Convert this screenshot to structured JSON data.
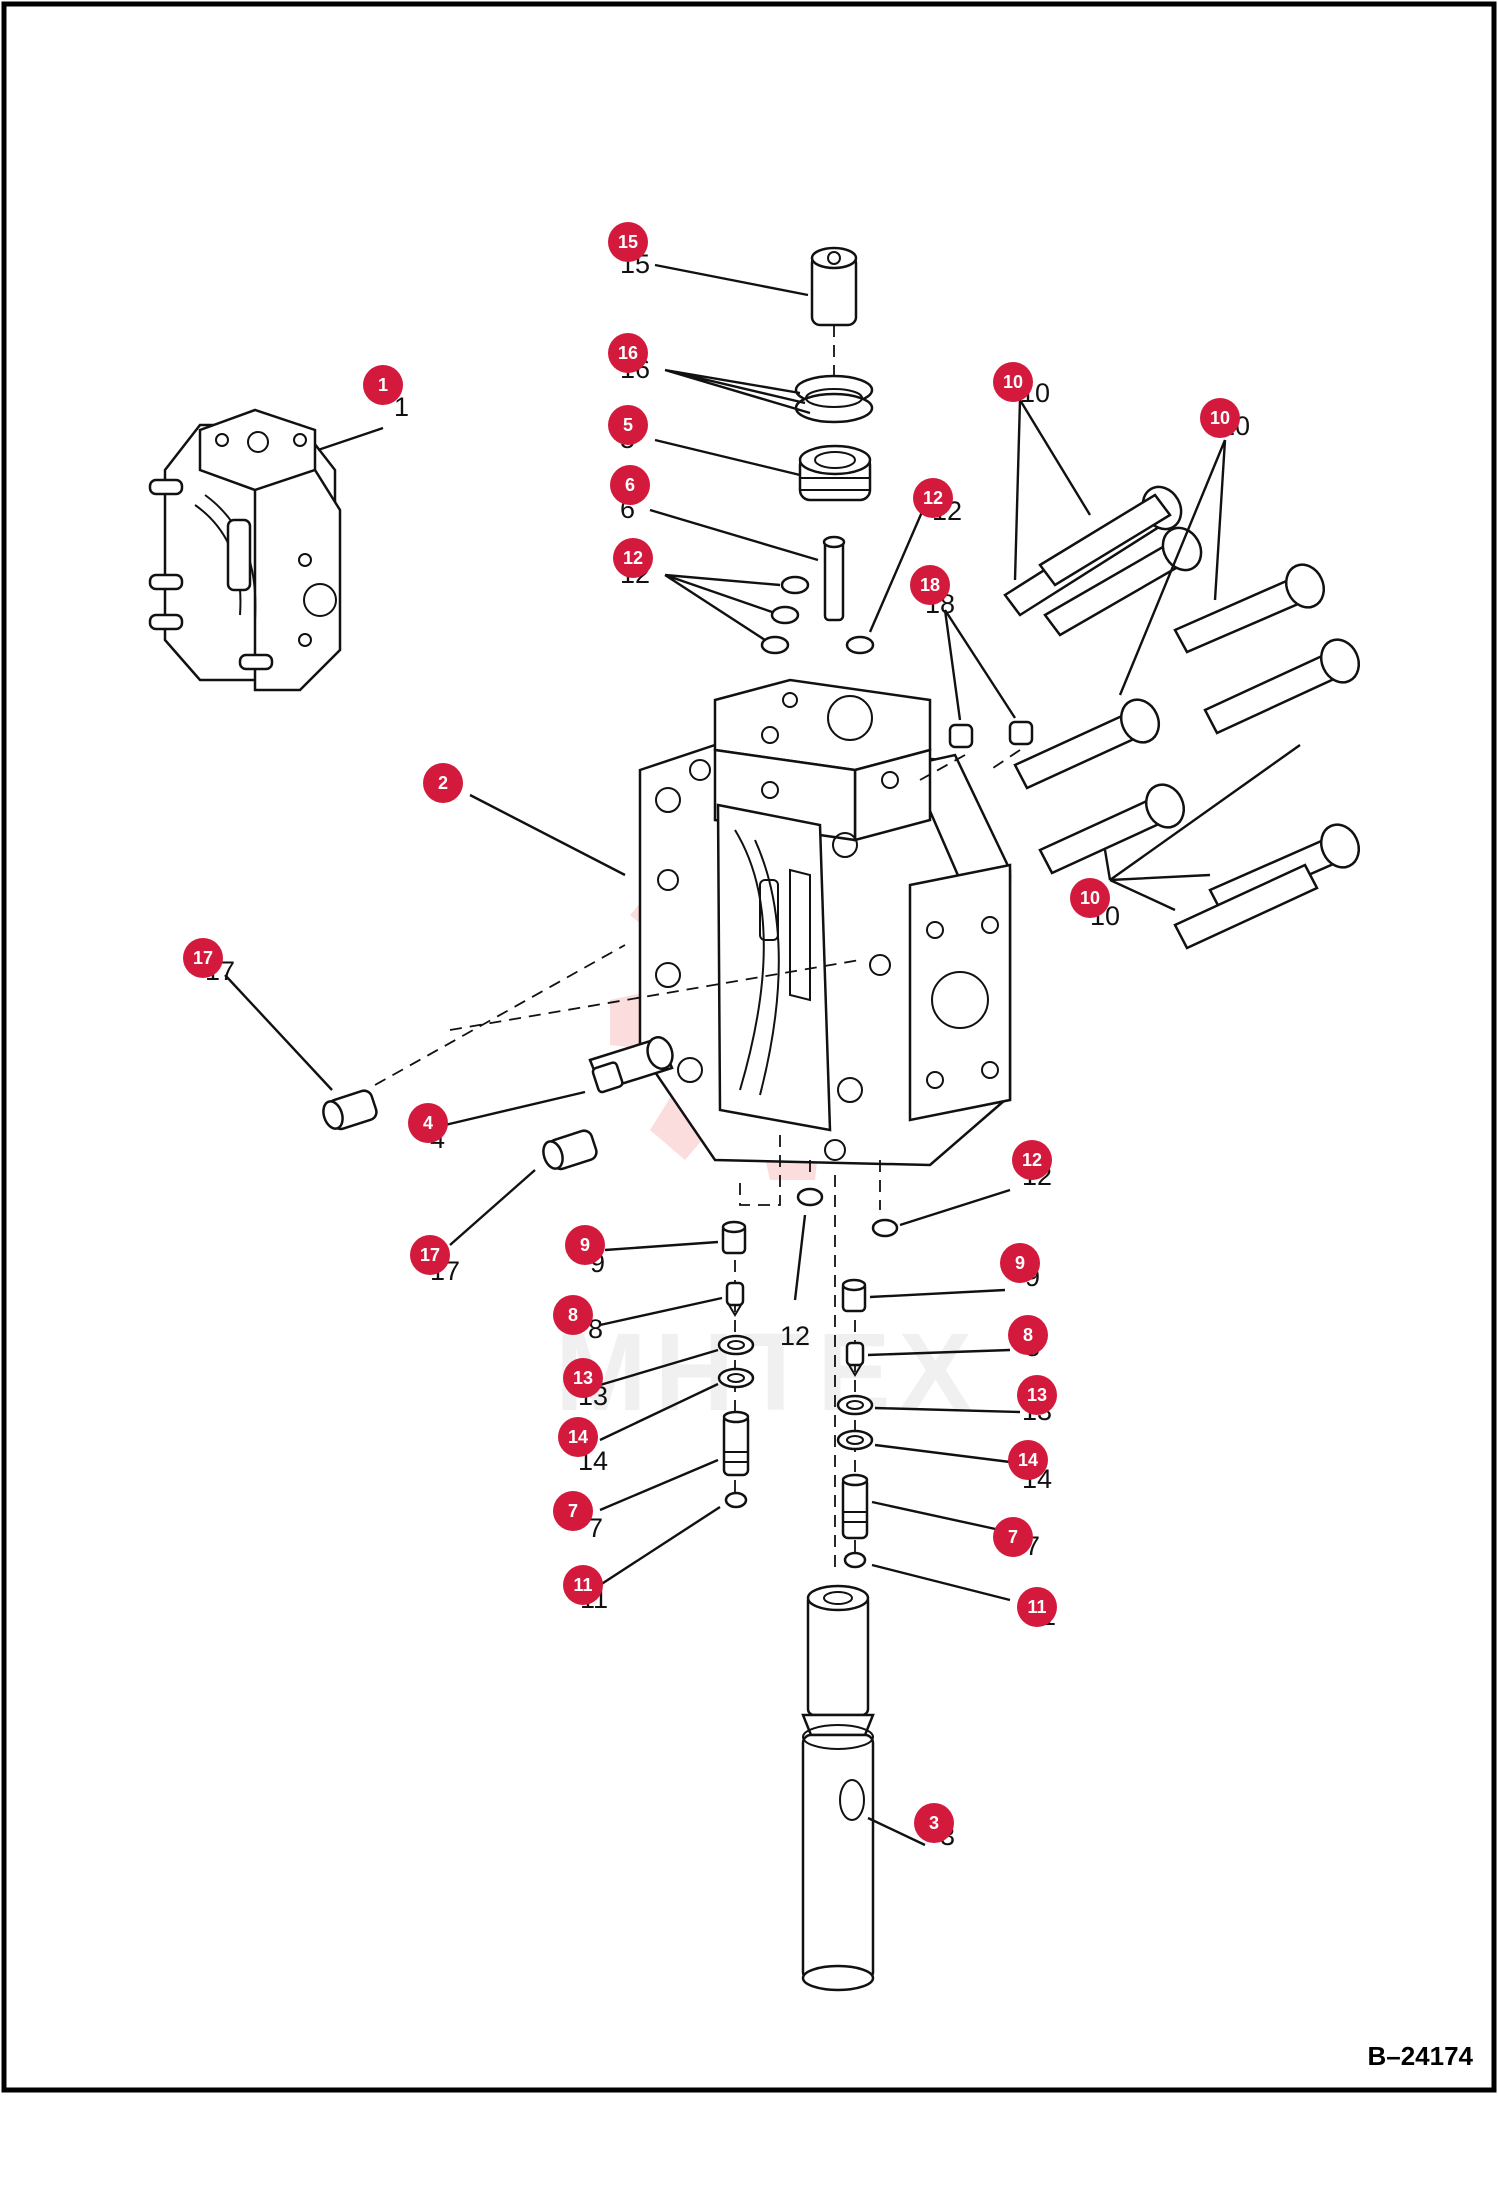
{
  "document": {
    "drawing_number": "B–24174",
    "watermark_text": "MHTEX",
    "accent_color": "#d31a3c"
  },
  "callouts": [
    {
      "id": "c1",
      "label": "1"
    },
    {
      "id": "c2",
      "label": "2"
    },
    {
      "id": "c3",
      "label": "3"
    },
    {
      "id": "c4",
      "label": "4"
    },
    {
      "id": "c5",
      "label": "5"
    },
    {
      "id": "c6",
      "label": "6"
    },
    {
      "id": "c7a",
      "label": "7"
    },
    {
      "id": "c7b",
      "label": "7"
    },
    {
      "id": "c8a",
      "label": "8"
    },
    {
      "id": "c8b",
      "label": "8"
    },
    {
      "id": "c9a",
      "label": "9"
    },
    {
      "id": "c9b",
      "label": "9"
    },
    {
      "id": "c10a",
      "label": "10"
    },
    {
      "id": "c10b",
      "label": "10"
    },
    {
      "id": "c10c",
      "label": "10"
    },
    {
      "id": "c11a",
      "label": "11"
    },
    {
      "id": "c11b",
      "label": "11"
    },
    {
      "id": "c12a",
      "label": "12"
    },
    {
      "id": "c12b",
      "label": "12"
    },
    {
      "id": "c12c",
      "label": "12"
    },
    {
      "id": "c13a",
      "label": "13"
    },
    {
      "id": "c13b",
      "label": "13"
    },
    {
      "id": "c14a",
      "label": "14"
    },
    {
      "id": "c14b",
      "label": "14"
    },
    {
      "id": "c15",
      "label": "15"
    },
    {
      "id": "c16",
      "label": "16"
    },
    {
      "id": "c17a",
      "label": "17"
    },
    {
      "id": "c17b",
      "label": "17"
    },
    {
      "id": "c18",
      "label": "18"
    }
  ],
  "plain_labels": [
    {
      "id": "p12",
      "label": "12"
    }
  ]
}
